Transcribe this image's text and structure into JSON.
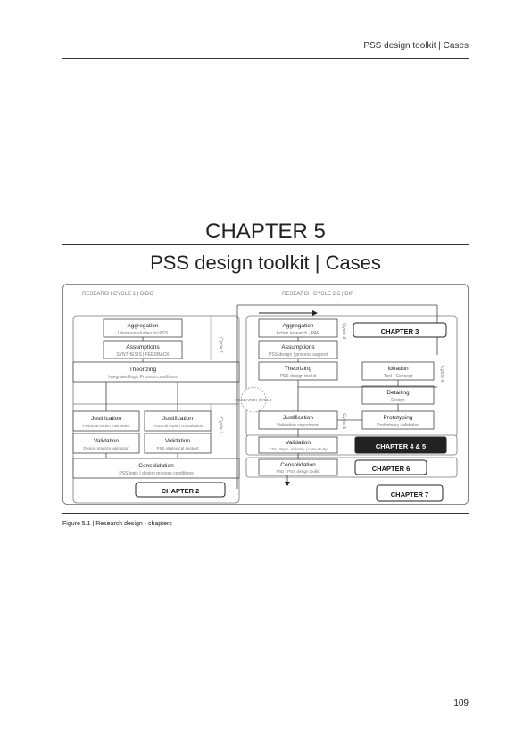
{
  "header": {
    "running_title": "PSS design toolkit | Cases"
  },
  "chapter": {
    "number": "CHAPTER 5",
    "title": "PSS design toolkit | Cases"
  },
  "figure": {
    "left_title": "RESEARCH CYCLE 1 | DIDC",
    "right_title": "RESEARCH CYCLE 2-5 | DIR",
    "left_cycle_labels": [
      "Cycle 1",
      "Cycle 2"
    ],
    "right_cycle_labels": [
      "Cycle 3",
      "Cycle 4",
      "Cycle 5"
    ],
    "center_label": "RESEARCH CYCLE",
    "left_boxes": [
      {
        "title": "Aggregation",
        "sub": "Literature studies on PSS"
      },
      {
        "title": "Assumptions",
        "sub": "SYNTHESIS | FEEDBACK"
      },
      {
        "title": "Theorizing",
        "sub": "Integrated logic     Process conditions"
      },
      {
        "title": "Justification",
        "sub": "Practical expert interviews"
      },
      {
        "title": "Justification",
        "sub": "Practical expert consultation"
      },
      {
        "title": "Validation",
        "sub": "Design practice validation"
      },
      {
        "title": "Validation",
        "sub": "PSS strategical support"
      },
      {
        "title": "Consolidation",
        "sub": "PSS logic | design process conditions"
      }
    ],
    "right_boxes": [
      {
        "title": "Aggregation",
        "sub": "Action research - PAR"
      },
      {
        "title": "Assumptions",
        "sub": "PSS design | process support"
      },
      {
        "title": "Theorizing",
        "sub": "PSS design toolkit"
      },
      {
        "title": "Ideation",
        "sub": "Tool - Concept"
      },
      {
        "title": "Detailing",
        "sub": "Design"
      },
      {
        "title": "Prototyping",
        "sub": "Preliminary validation"
      },
      {
        "title": "Justification",
        "sub": "Validation experiment"
      },
      {
        "title": "Validation",
        "sub": "CDI | Spec. industry | case study"
      },
      {
        "title": "Consolidation",
        "sub": "PhD | PSS design toolkit"
      }
    ],
    "chapter_labels": [
      "CHAPTER 3",
      "CHAPTER 4 & 5",
      "CHAPTER 6",
      "CHAPTER 7",
      "CHAPTER 2"
    ],
    "caption": "Figure 5.1 | Research design - chapters"
  },
  "footer": {
    "page_number": "109"
  }
}
